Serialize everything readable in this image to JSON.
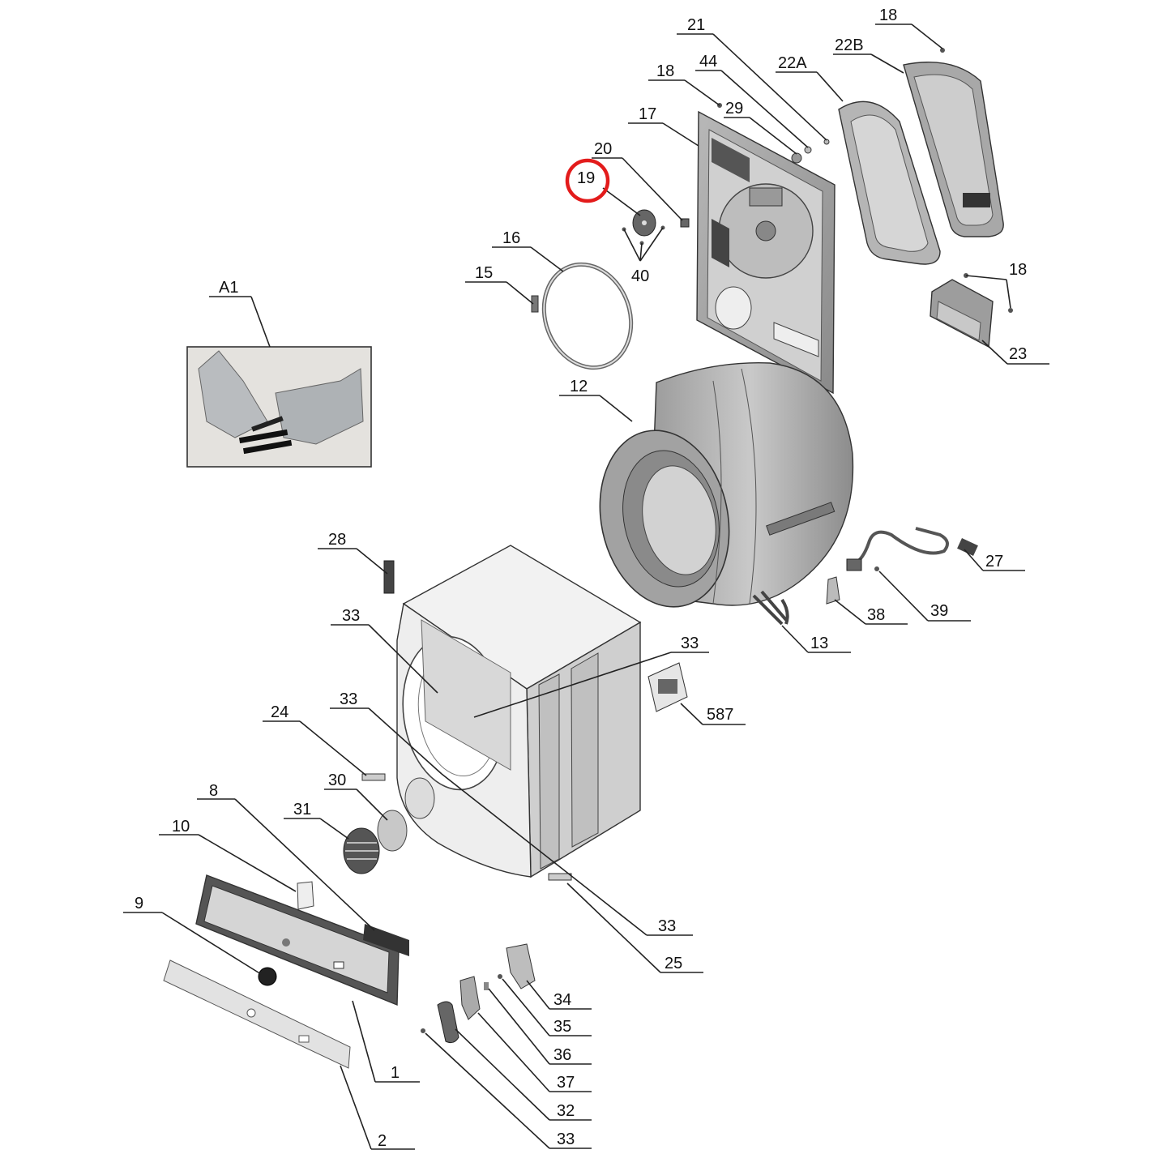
{
  "highlight_color": "#e31b1b",
  "highlighted_label": "19",
  "labels": {
    "l21": "21",
    "l18a": "18",
    "l44": "44",
    "l22A": "22A",
    "l22B": "22B",
    "l18b": "18",
    "l18c": "18",
    "l29": "29",
    "l17": "17",
    "l20": "20",
    "l19": "19",
    "l16": "16",
    "l15": "15",
    "l40": "40",
    "lA1": "A1",
    "l23": "23",
    "l12": "12",
    "l27": "27",
    "l28": "28",
    "l38": "38",
    "l39": "39",
    "l13": "13",
    "l33a": "33",
    "l33b": "33",
    "l33c": "33",
    "l587": "587",
    "l24": "24",
    "l8": "8",
    "l30": "30",
    "l31": "31",
    "l10": "10",
    "l9": "9",
    "l33d": "33",
    "l25": "25",
    "l34": "34",
    "l35": "35",
    "l36": "36",
    "l37": "37",
    "l32": "32",
    "l1": "1",
    "l33e": "33",
    "l2": "2"
  }
}
